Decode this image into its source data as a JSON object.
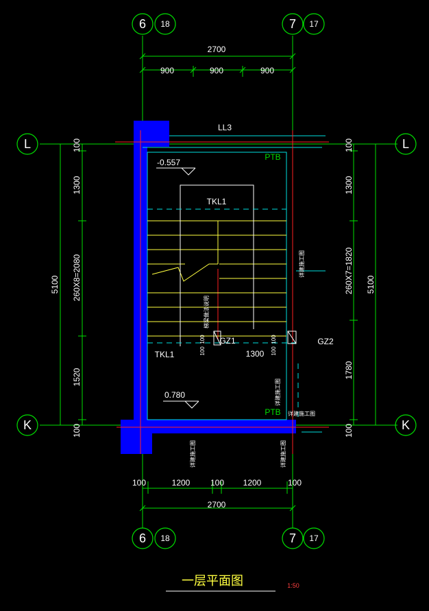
{
  "grid_top": {
    "col6": "6",
    "col18": "18",
    "col7": "7",
    "col17": "17"
  },
  "grid_bottom": {
    "col6": "6",
    "col18": "18",
    "col7": "7",
    "col17": "17"
  },
  "grid_rows": {
    "left_L": "L",
    "left_K": "K",
    "right_L": "L",
    "right_K": "K"
  },
  "dims_top": {
    "overall": "2700",
    "seg1": "900",
    "seg2": "900",
    "seg3": "900"
  },
  "dims_bottom": {
    "d1": "100",
    "d2": "1200",
    "d3": "100",
    "d4": "1200",
    "d5": "100",
    "overall": "2700"
  },
  "dims_left": {
    "overall": "5100",
    "top": "100",
    "a": "1300",
    "b": "260X8=2080",
    "c": "1520",
    "bottom": "100"
  },
  "dims_right": {
    "overall": "5100",
    "top": "100",
    "a": "1300",
    "b": "260X7=1820",
    "c": "1780",
    "bottom": "100"
  },
  "labels": {
    "ll3": "LL3",
    "ptb_top": "PTB",
    "ptb_bottom": "PTB",
    "level_upper": "-0.557",
    "level_lower": "0.780",
    "tkl1_upper": "TKL1",
    "tkl1_lower": "TKL1",
    "gz1": "GZ1",
    "gz2": "GZ2",
    "dim_1300": "1300",
    "dim_100a": "100",
    "dim_100b": "100",
    "dim_100c": "100",
    "dim_100d": "100",
    "stair_note": "梯梁做法说明",
    "note_right": "详建施工图",
    "note_mid": "详建施工图",
    "note_ptb": "详建施工图",
    "note_b1": "详建施工图",
    "note_b2": "详建施工图"
  },
  "title": {
    "text": "一层平面图",
    "scale": "1:50"
  },
  "colors": {
    "green": "#00e000",
    "white": "#ffffff",
    "yellow": "#ffff40",
    "blue": "#0000ff",
    "red": "#ff2020",
    "cyan": "#00e0e0"
  }
}
